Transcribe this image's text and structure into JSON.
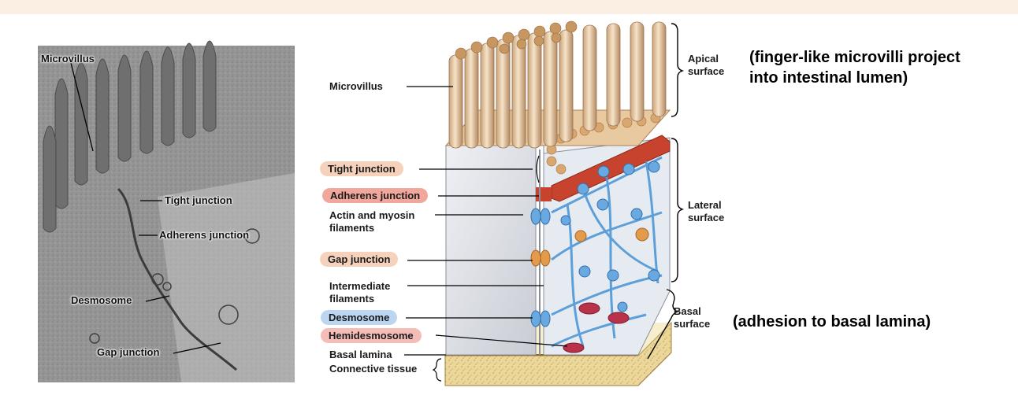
{
  "micrograph_labels": {
    "microvillus": "Microvillus",
    "tight_junction": "Tight junction",
    "adherens_junction": "Adherens junction",
    "desmosome": "Desmosome",
    "gap_junction": "Gap junction"
  },
  "diagram_labels": {
    "microvillus": "Microvillus",
    "tight_junction": "Tight junction",
    "adherens_junction": "Adherens junction",
    "actin_myosin_line1": "Actin and myosin",
    "actin_myosin_line2": "filaments",
    "gap_junction": "Gap junction",
    "intermediate_line1": "Intermediate",
    "intermediate_line2": "filaments",
    "desmosome": "Desmosome",
    "hemidesmosome": "Hemidesmosome",
    "basal_lamina": "Basal lamina",
    "connective_tissue": "Connective tissue"
  },
  "surface_labels": {
    "apical_line1": "Apical",
    "apical_line2": "surface",
    "lateral_line1": "Lateral",
    "lateral_line2": "surface",
    "basal_line1": "Basal",
    "basal_line2": "surface"
  },
  "notes": {
    "apical_line1": "(finger-like microvilli project",
    "apical_line2": "into intestinal lumen)",
    "basal": "(adhesion to basal lamina)"
  },
  "colors": {
    "band": "#fbeee3",
    "pill_orange": "#f6d2bd",
    "pill_red": "#f2a79c",
    "pill_blue": "#bcd6f1",
    "pill_pink": "#f5bdb8",
    "tight_band": "#c8432d",
    "filament": "#4f97d6",
    "hemidesmosome": "#b8324a",
    "gap": "#e39a4a",
    "connective": "#ecd79b"
  }
}
